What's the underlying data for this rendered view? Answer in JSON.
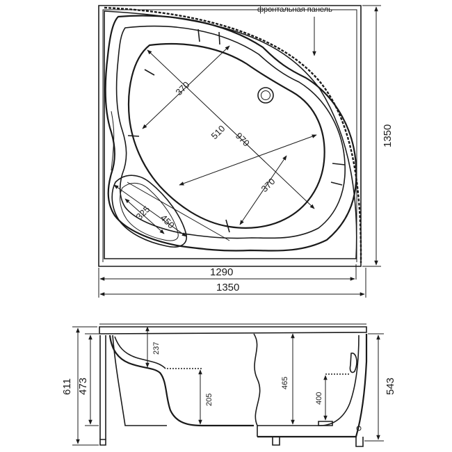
{
  "top_view": {
    "panel_label": "фронтальная панель",
    "width_inner": "1290",
    "width_outer": "1350",
    "height_outer": "1350",
    "diag_long": "970",
    "diag_cross": "510",
    "basin_upper": "370",
    "basin_lower": "370",
    "seat_a": "325",
    "seat_b": "450"
  },
  "side_view": {
    "height_total": "611",
    "height_body": "473",
    "depth_seat": "237",
    "seat_height": "205",
    "depth_basin": "465",
    "drain_height": "400",
    "height_front": "543"
  }
}
